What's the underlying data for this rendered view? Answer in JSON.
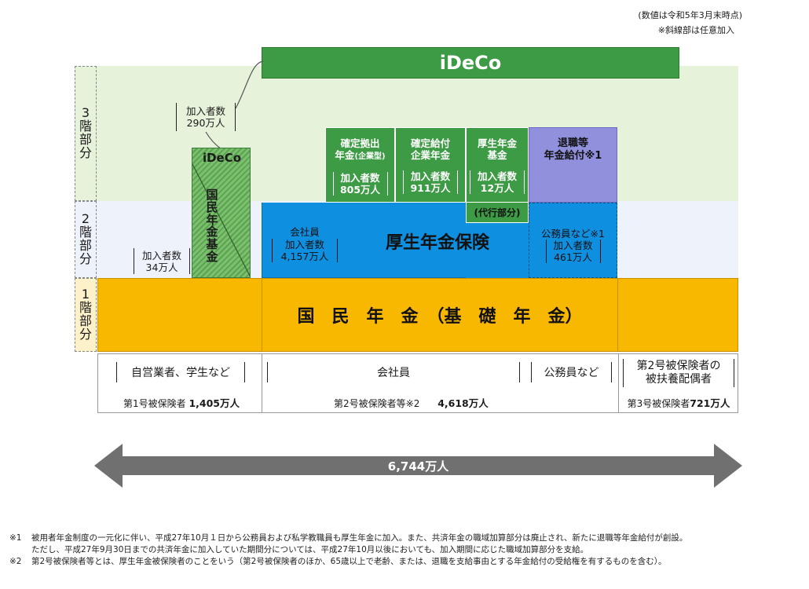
{
  "header": {
    "note1": "(数値は令和5年3月末時点)",
    "note2": "※斜線部は任意加入"
  },
  "tiers": {
    "tier3": [
      "3",
      "階",
      "部",
      "分"
    ],
    "tier2": [
      "2",
      "階",
      "部",
      "分"
    ],
    "tier1": [
      "1",
      "階",
      "部",
      "分"
    ]
  },
  "ideco_top": {
    "label": "iDeCo"
  },
  "ideco_callout": {
    "line1": "加入者数",
    "line2": "290万人"
  },
  "ideco_small": {
    "label": "iDeCo"
  },
  "kokumin_kikin": {
    "chars": [
      "国",
      "民",
      "年",
      "金",
      "基",
      "金"
    ]
  },
  "self_employed_tier2": {
    "line1": "加入者数",
    "line2": "34万人"
  },
  "dc": {
    "title1": "確定拠出",
    "title2": "年金",
    "title2_small": "(企業型)",
    "count_label": "加入者数",
    "count": "805万人"
  },
  "db": {
    "title1": "確定給付",
    "title2": "企業年金",
    "count_label": "加入者数",
    "count": "911万人"
  },
  "kousei_kikin": {
    "title1": "厚生年金",
    "title2": "基金",
    "count_label": "加入者数",
    "count": "12万人"
  },
  "daiko": "(代行部分)",
  "taishoku": {
    "title1": "退職等",
    "title2": "年金給付※1"
  },
  "kousei": {
    "title": "厚生年金保険",
    "employee": "会社員",
    "count_label": "加入者数",
    "count": "4,157万人"
  },
  "koumuin": {
    "title": "公務員など※1",
    "count_label": "加入者数",
    "count": "461万人"
  },
  "kokumin": {
    "title": "国　民　年　金　（基　礎　年　金）"
  },
  "groups": {
    "g1_desc": "自営業者、学生など",
    "g1_label": "第1号被保険者",
    "g1_count": "1,405万人",
    "g2_desc_a": "会社員",
    "g2_desc_b": "公務員など",
    "g2_label": "第2号被保険者等※2",
    "g2_count": "4,618万人",
    "g3_desc1": "第2号被保険者の",
    "g3_desc2": "被扶養配偶者",
    "g3_label": "第3号被保険者",
    "g3_count": "721万人"
  },
  "total": "6,744万人",
  "footnotes": {
    "f1_mark": "※1",
    "f1_line1": "被用者年金制度の一元化に伴い、平成27年10月１日から公務員および私学教職員も厚生年金に加入。また、共済年金の職域加算部分は廃止され、新たに退職等年金給付が創設。",
    "f1_line2": "ただし、平成27年9月30日までの共済年金に加入していた期間分については、平成27年10月以後においても、加入期間に応じた職域加算部分を支給。",
    "f2_mark": "※2",
    "f2_line1": "第2号被保険者等とは、厚生年金被保険者のことをいう（第2号被保険者のほか、65歳以上で老齢、または、退職を支給事由とする年金給付の受給権を有するものを含む）。"
  },
  "colors": {
    "tier3_bg": "#e6f2da",
    "tier2_bg": "#eef2fb",
    "tier1_bg": "#fdf1c9",
    "green": "#3e9b45",
    "blue": "#0f8fe0",
    "purple": "#9090dd",
    "gold": "#f9b800",
    "arrow": "#707070"
  }
}
